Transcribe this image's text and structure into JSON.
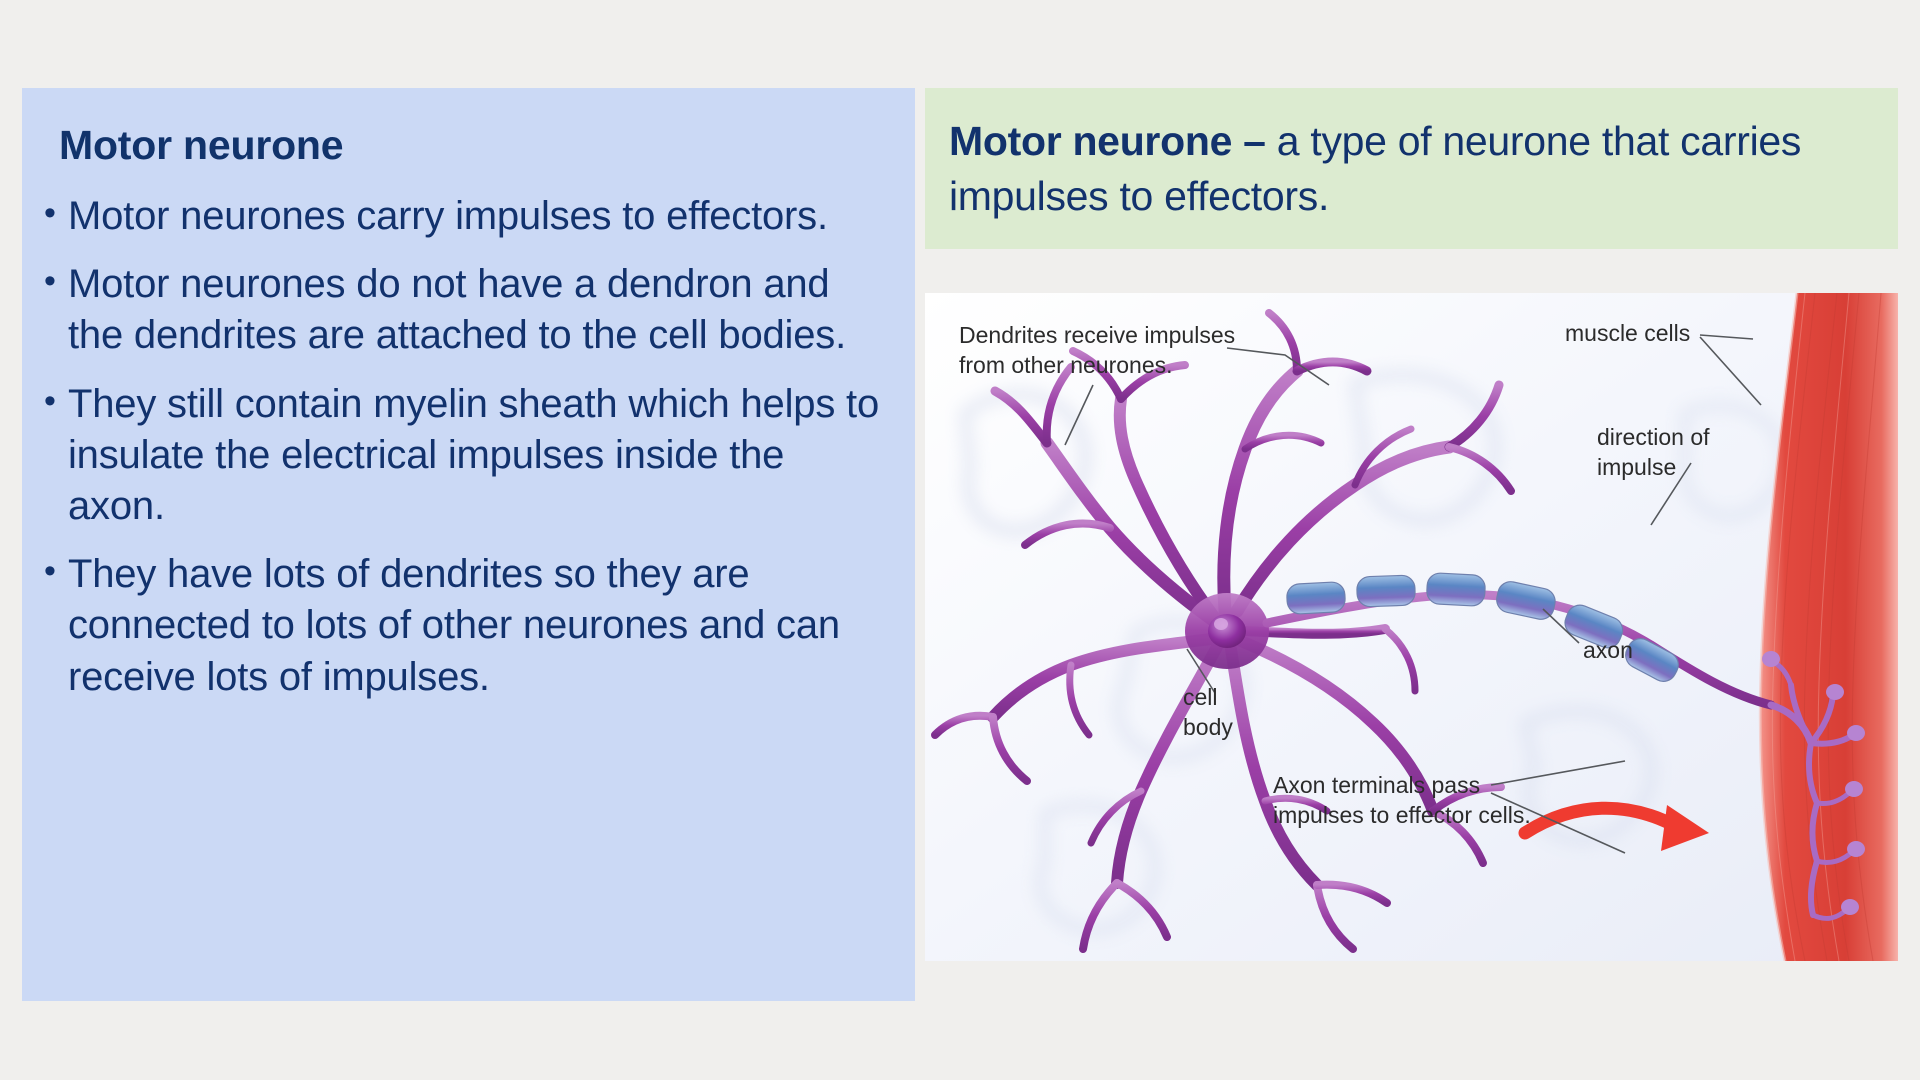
{
  "slide": {
    "background_color": "#f0efed"
  },
  "left_panel": {
    "background_color": "#cbd9f5",
    "title": "Motor neurone",
    "bullet_glyph": "•",
    "bullets": [
      "Motor neurones carry impulses to effectors.",
      "Motor neurones do not have a dendron and the dendrites are attached to the cell bodies.",
      "They still contain myelin sheath which helps to insulate the electrical impulses inside the axon.",
      "They have lots of dendrites so they are connected to lots of other neurones and can receive lots of impulses."
    ]
  },
  "definition_box": {
    "background_color": "#dcebd0",
    "term": "Motor neurone – ",
    "definition": "a type of neurone that carries impulses to effectors."
  },
  "diagram": {
    "title": "motor-neurone-diagram",
    "labels": {
      "dendrites": "Dendrites receive impulses from other neurones.",
      "dendrites_line1": "Dendrites receive impulses",
      "dendrites_line2": "from other neurones.",
      "muscle_cells": "muscle cells",
      "direction_line1": "direction of",
      "direction_line2": "impulse",
      "axon": "axon",
      "cell_body_line1": "cell",
      "cell_body_line2": "body",
      "axon_terminals_line1": "Axon terminals pass",
      "axon_terminals_line2": "impulses to effector cells."
    },
    "colors": {
      "neurone": "#a24fa8",
      "myelin": "#5a86c4",
      "muscle": "#e2493f",
      "arrow": "#ef3b30",
      "leader": "#55585c",
      "label_text": "#2b2b2b"
    }
  }
}
